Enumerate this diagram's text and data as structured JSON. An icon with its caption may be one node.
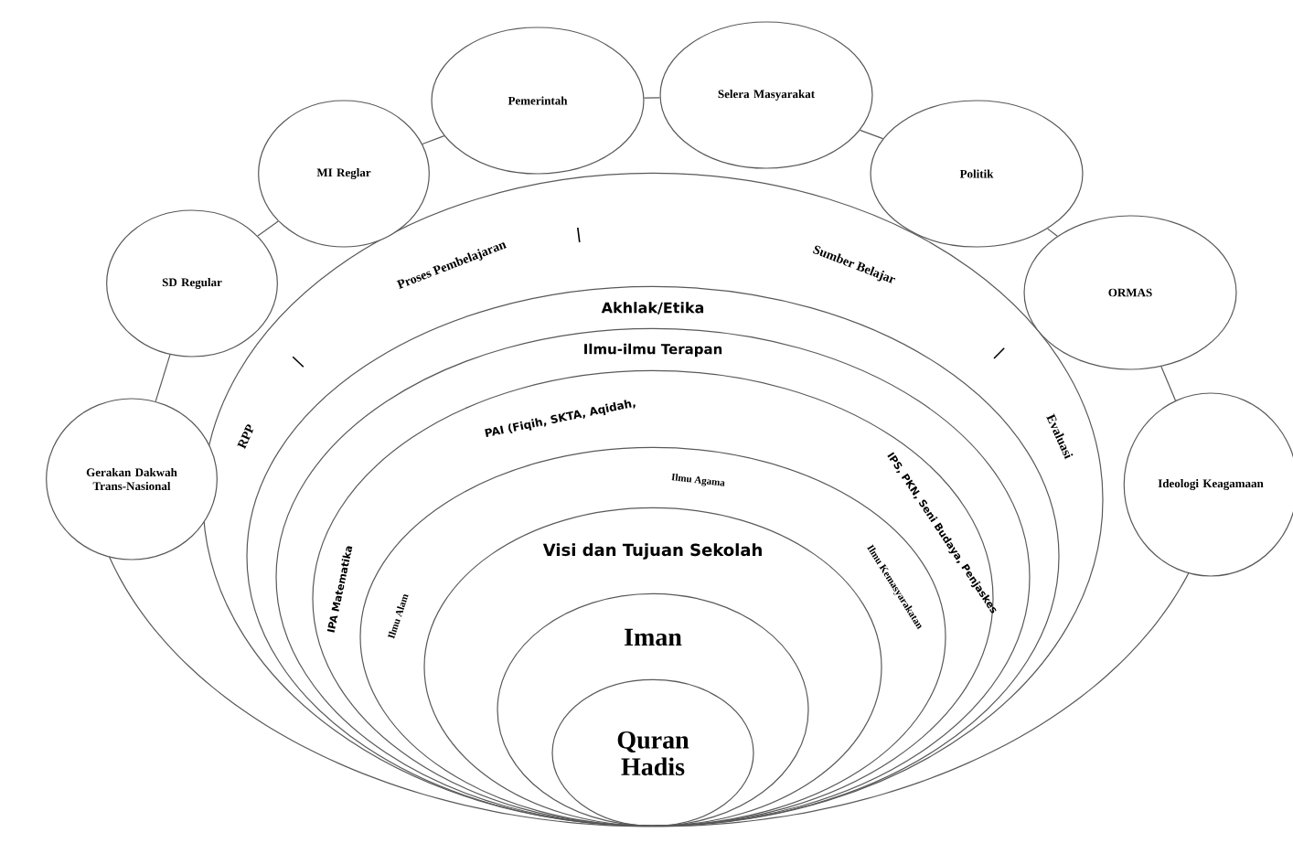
{
  "diagram": {
    "nodes": [
      {
        "text": [
          "Gerakan Dakwah Trans-Nasional"
        ]
      },
      {
        "text": [
          "SD Regular"
        ]
      },
      {
        "text": [
          "MI Reglar"
        ]
      },
      {
        "text": [
          "Pemerintah"
        ]
      },
      {
        "text": [
          "Selera Masyarakat"
        ]
      },
      {
        "text": [
          "Politik"
        ]
      },
      {
        "text": [
          "ORMAS"
        ]
      },
      {
        "text": [
          "Ideologi Keagamaan"
        ]
      },
      {
        "text": [
          "Proses Pembelajaran",
          "Sumber Belajar",
          "RPP",
          "Evaluasi"
        ]
      },
      {
        "text": [
          "Akhlak/Etika"
        ],
        "in": 8
      },
      {
        "text": [
          "Ilmu-ilmu Terapan"
        ],
        "in": 9
      },
      {
        "text": [
          "PAI (Fiqih, SKTA, Aqidah,",
          "IPA Matematika",
          "IPS, PKN, Seni Budaya, Penjaskes"
        ],
        "in": 10
      },
      {
        "text": [
          "Ilmu Agama",
          "Ilmu Alam",
          "Ilmu Kemasyarakatan"
        ],
        "in": 11
      },
      {
        "text": [
          "Visi dan Tujuan Sekolah"
        ],
        "in": 12
      },
      {
        "text": [
          "Iman"
        ],
        "in": 13
      },
      {
        "text": [
          "Quran Hadis"
        ],
        "in": 14
      }
    ],
    "edges": [
      {
        "from": 0,
        "to": 1,
        "arrow": "none"
      },
      {
        "from": 1,
        "to": 2,
        "arrow": "none"
      },
      {
        "from": 2,
        "to": 3,
        "arrow": "none"
      },
      {
        "from": 3,
        "to": 4,
        "arrow": "none"
      },
      {
        "from": 4,
        "to": 5,
        "arrow": "none"
      },
      {
        "from": 5,
        "to": 6,
        "arrow": "none"
      },
      {
        "from": 6,
        "to": 7,
        "arrow": "none"
      }
    ]
  }
}
